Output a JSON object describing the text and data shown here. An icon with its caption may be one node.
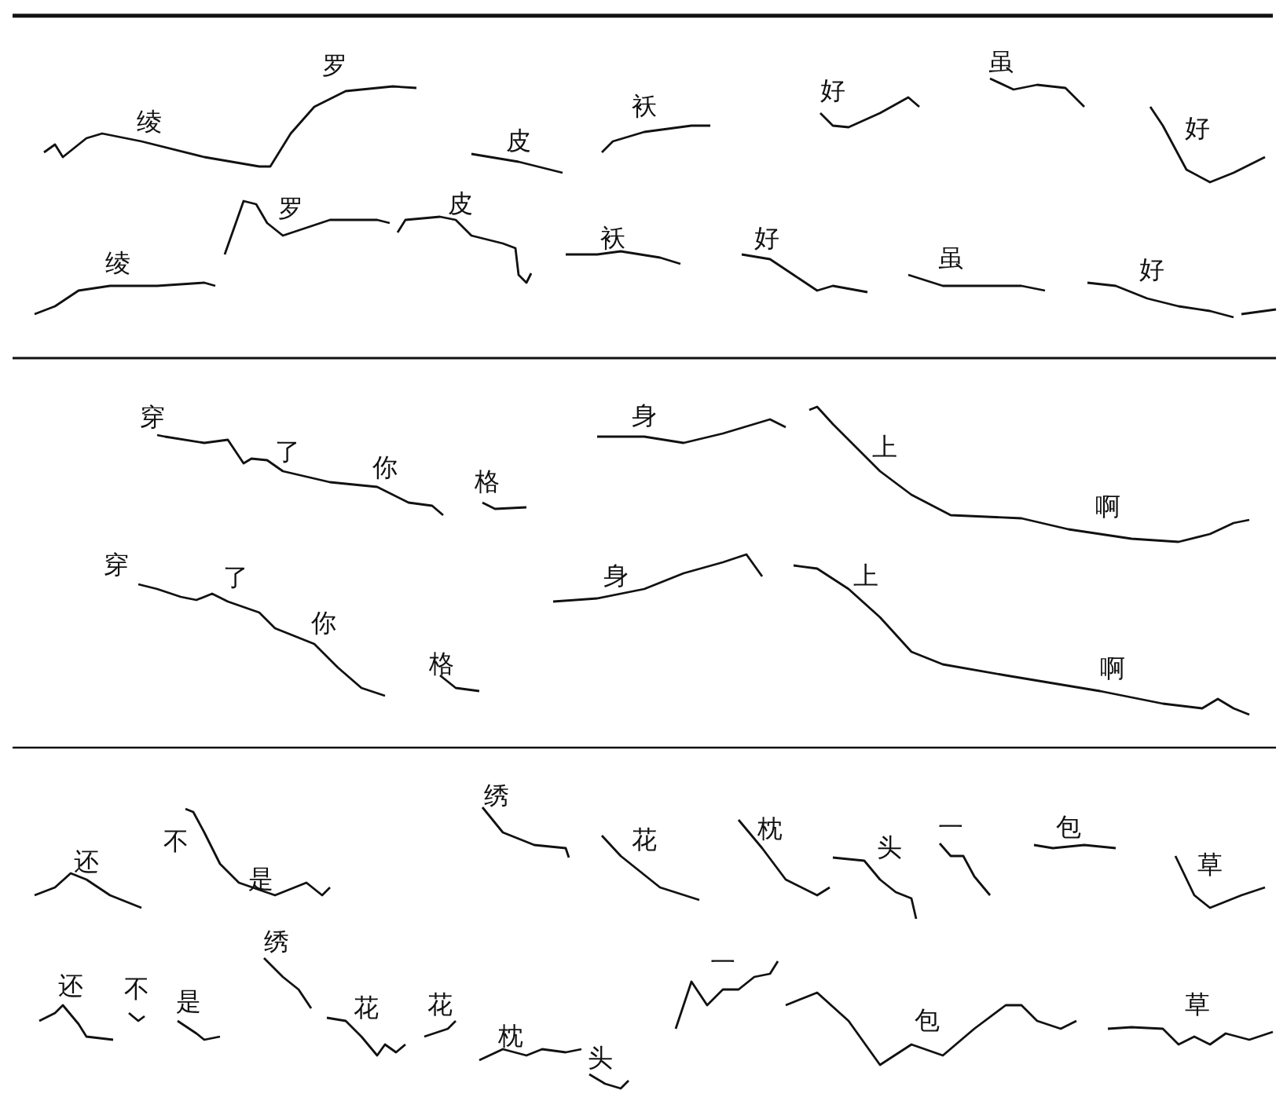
{
  "diagram": {
    "labels": [
      "绫",
      "罗",
      "皮",
      "袄",
      "好",
      "虽",
      "好",
      "绫",
      "罗",
      "皮",
      "袄",
      "好",
      "虽",
      "好",
      "穿",
      "了",
      "你",
      "格",
      "身",
      "上",
      "啊",
      "穿",
      "了",
      "你",
      "格",
      "身",
      "上",
      "啊",
      "还",
      "不",
      "是",
      "绣",
      "花",
      "枕",
      "头",
      "一",
      "包",
      "草",
      "还",
      "不",
      "是",
      "绣",
      "花",
      "花",
      "枕",
      "头",
      "一",
      "包",
      "草"
    ]
  }
}
